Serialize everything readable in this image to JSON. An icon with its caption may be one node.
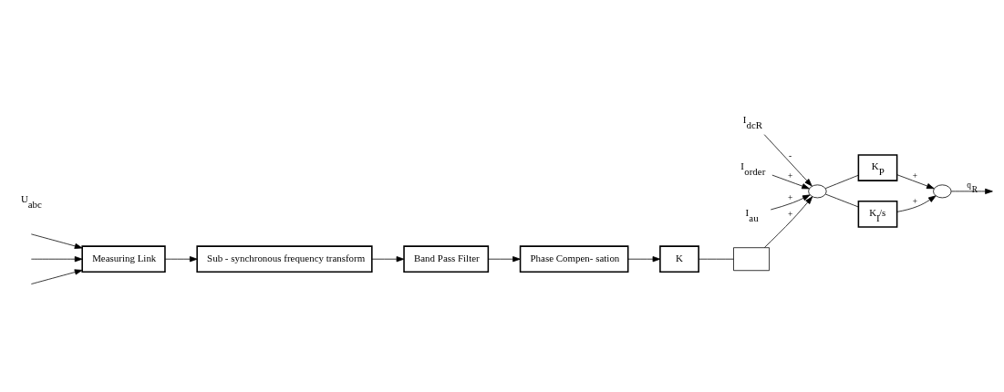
{
  "diagram": {
    "nodes": [
      {
        "text": [
          "Measuring Link"
        ]
      },
      {
        "text": [
          "Sub - synchronous frequency transform"
        ]
      },
      {
        "text": [
          "Band Pass Filter"
        ]
      },
      {
        "text": [
          "Phase Compen- sation"
        ]
      },
      {
        "text": [
          "K"
        ]
      },
      {
        "text": [],
        "shape": "box"
      },
      {
        "text": [],
        "shape": "circle"
      },
      {
        "text": [
          "I$_{dcR}$"
        ]
      },
      {
        "text": [
          "I$_{order}$"
        ]
      },
      {
        "text": [
          "I$_{au}$"
        ]
      },
      {
        "text": [
          "K$_{P}$"
        ]
      },
      {
        "text": [
          "K$_{I}$/s"
        ]
      },
      {
        "text": [],
        "shape": "circle"
      }
    ],
    "edges": [
      {
        "from": null,
        "to": 0,
        "arrow": "to"
      },
      {
        "from": null,
        "to": 0,
        "arrow": "to"
      },
      {
        "from": null,
        "to": 0,
        "arrow": "to"
      },
      {
        "from": 0,
        "to": 1,
        "arrow": "to"
      },
      {
        "from": 1,
        "to": 2,
        "arrow": "to"
      },
      {
        "from": 2,
        "to": 3,
        "arrow": "to"
      },
      {
        "from": 3,
        "to": 4,
        "arrow": "to"
      },
      {
        "from": 4,
        "to": 5,
        "arrow": "none"
      },
      {
        "from": 5,
        "to": 6,
        "arrow": "to",
        "label": "+"
      },
      {
        "from": 7,
        "to": 6,
        "arrow": "to",
        "label": "-"
      },
      {
        "from": 8,
        "to": 6,
        "arrow": "to",
        "label": "+"
      },
      {
        "from": 9,
        "to": 6,
        "arrow": "to",
        "label": "+"
      },
      {
        "from": 6,
        "to": 10,
        "arrow": "none"
      },
      {
        "from": 6,
        "to": 11,
        "arrow": "none"
      },
      {
        "from": 10,
        "to": 12,
        "arrow": "to",
        "label": "+"
      },
      {
        "from": 11,
        "to": 12,
        "arrow": "to",
        "label": "+"
      },
      {
        "from": 12,
        "to": null,
        "arrow": "to",
        "label": "q$_{R}$"
      }
    ],
    "labels": [
      "U$_{abc}$"
    ]
  }
}
